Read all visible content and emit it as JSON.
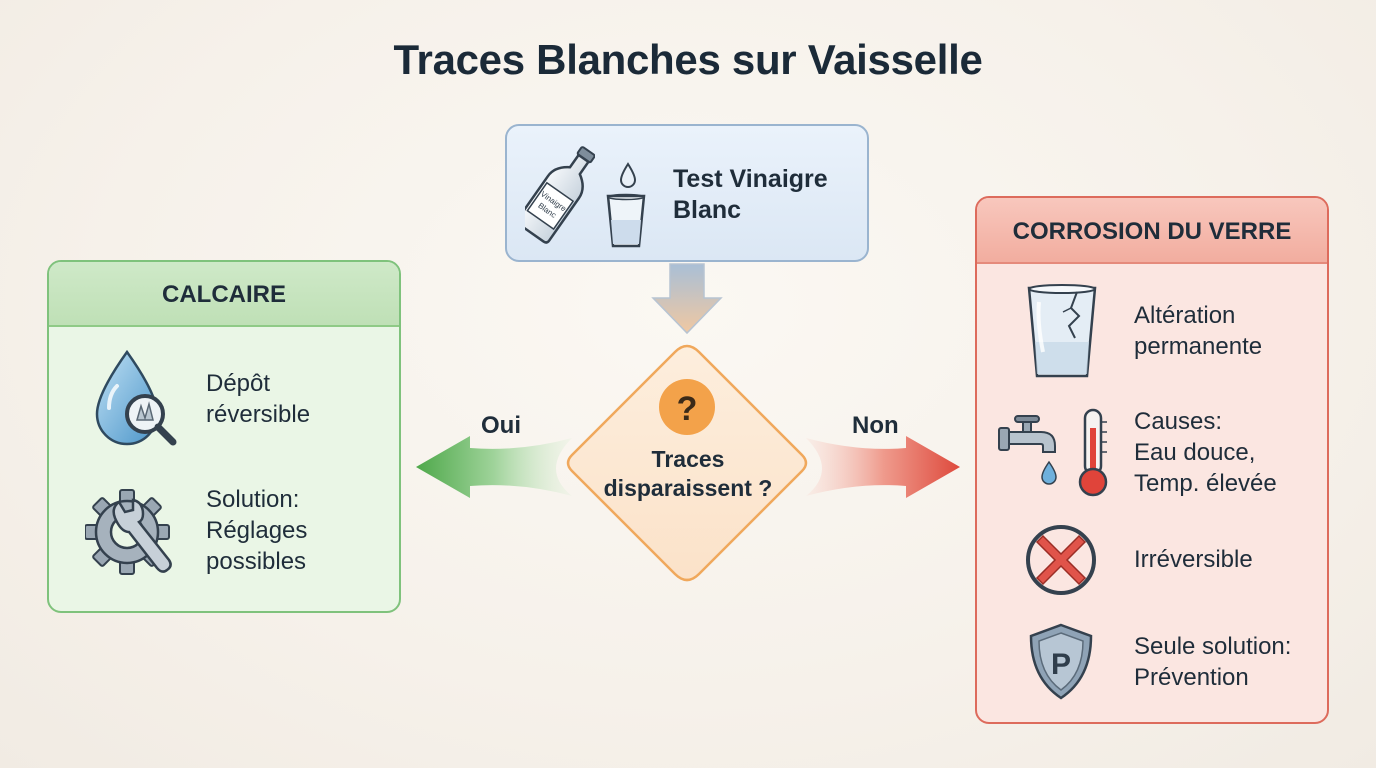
{
  "title": "Traces Blanches sur Vaisselle",
  "test": {
    "label_line1": "Test Vinaigre",
    "label_line2": "Blanc",
    "bottle_text_line1": "Vinaigre",
    "bottle_text_line2": "Blanc"
  },
  "decision": {
    "symbol": "?",
    "line1": "Traces",
    "line2": "disparaissent ?"
  },
  "branches": {
    "yes": "Oui",
    "no": "Non"
  },
  "calcaire": {
    "header": "CALCAIRE",
    "items": [
      {
        "icon": "water-drop-magnifier-icon",
        "line1": "Dépôt",
        "line2": "réversible"
      },
      {
        "icon": "gear-wrench-icon",
        "line1": "Solution:",
        "line2": "Réglages",
        "line3": "possibles"
      }
    ]
  },
  "corrosion": {
    "header": "CORROSION DU VERRE",
    "items": [
      {
        "icon": "cracked-glass-icon",
        "line1": "Altération",
        "line2": "permanente"
      },
      {
        "icon": "faucet-thermometer-icon",
        "line1": "Causes:",
        "line2": "Eau douce,",
        "line3": "Temp. élevée"
      },
      {
        "icon": "red-x-icon",
        "line1": "Irréversible"
      },
      {
        "icon": "shield-p-icon",
        "line1": "Seule solution:",
        "line2": "Prévention"
      }
    ]
  },
  "colors": {
    "green": "#5cae55",
    "red": "#e0544a",
    "blue": "#9ab4cf",
    "orange": "#f2a65a"
  }
}
